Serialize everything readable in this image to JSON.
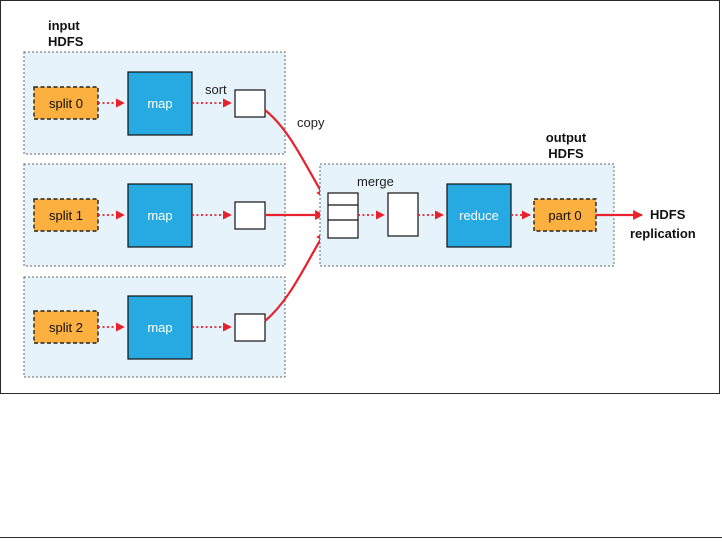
{
  "input_label": {
    "line1": "input",
    "line2": "HDFS"
  },
  "output_label": {
    "line1": "output",
    "line2": "HDFS"
  },
  "replication_label": {
    "line1": "HDFS",
    "line2": "replication"
  },
  "splits": [
    "split 0",
    "split 1",
    "split 2"
  ],
  "map_label": "map",
  "sort_label": "sort",
  "copy_label": "copy",
  "merge_label": "merge",
  "reduce_label": "reduce",
  "part_label": "part 0",
  "colors": {
    "split_fill": "#fbb040",
    "map_fill": "#27a9e1",
    "panel_fill": "#e6f3fa",
    "arrow": "#e8212c"
  }
}
